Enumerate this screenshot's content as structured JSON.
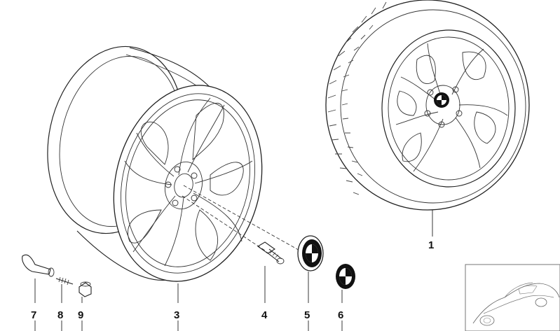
{
  "diagram": {
    "parts": [
      {
        "ref": "1",
        "part": "complete-wheel-with-tire"
      },
      {
        "ref": "3",
        "part": "light-alloy-rim"
      },
      {
        "ref": "4",
        "part": "wheel-bolt"
      },
      {
        "ref": "5",
        "part": "hub-cap"
      },
      {
        "ref": "6",
        "part": "emblem"
      },
      {
        "ref": "7",
        "part": "tire-valve"
      },
      {
        "ref": "8",
        "part": "valve-insert"
      },
      {
        "ref": "9",
        "part": "valve-cap"
      }
    ],
    "icons": {
      "logo": "roundel-logo-icon",
      "thumbnail": "car-silhouette-icon"
    }
  }
}
